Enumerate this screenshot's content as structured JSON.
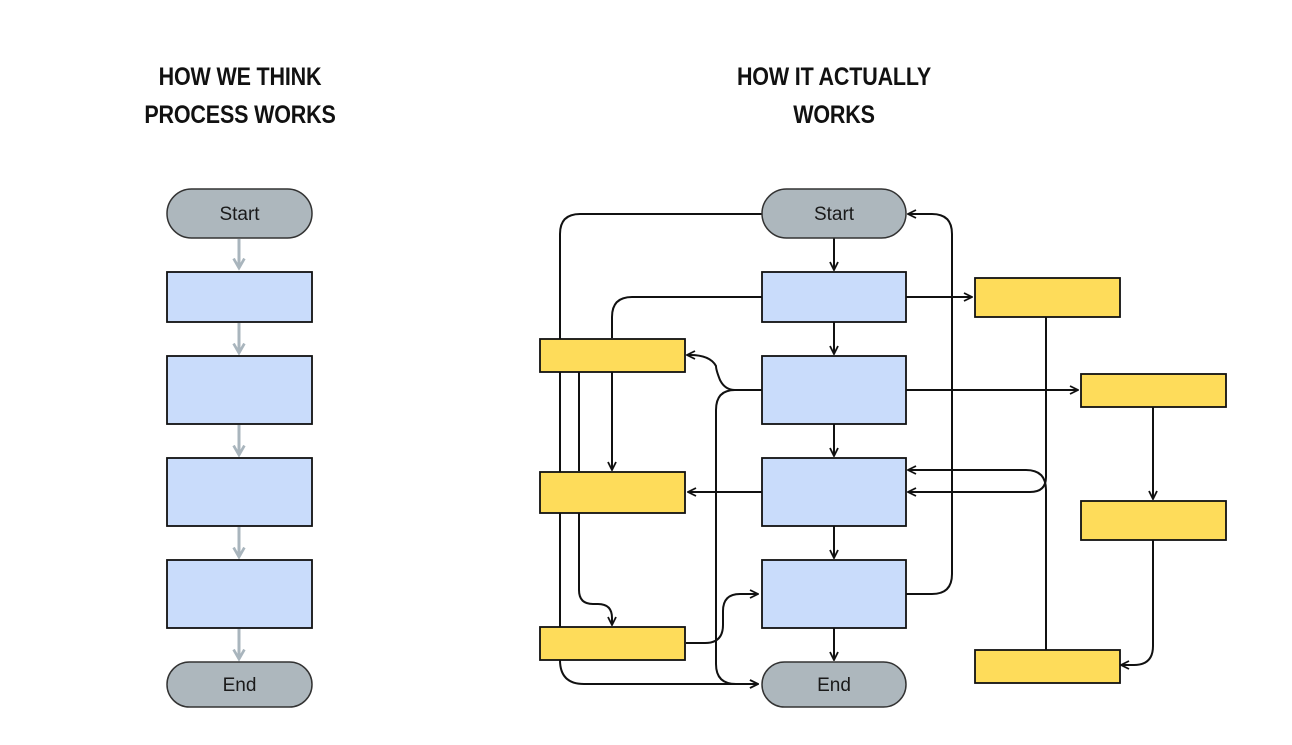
{
  "titles": {
    "left_line1": "HOW WE THINK",
    "left_line2": "PROCESS WORKS",
    "right_line1": "HOW IT ACTUALLY",
    "right_line2": "WORKS"
  },
  "colors": {
    "terminal_fill": "#adb7bd",
    "process_fill": "#c9dcfb",
    "detour_fill": "#fedc5a",
    "stroke": "#111111",
    "ideal_arrow": "#a9b5bd"
  },
  "left_flow": {
    "start_label": "Start",
    "end_label": "End",
    "process_steps": 4
  },
  "right_flow": {
    "start_label": "Start",
    "end_label": "End",
    "process_steps": 4,
    "detour_steps": 7
  }
}
